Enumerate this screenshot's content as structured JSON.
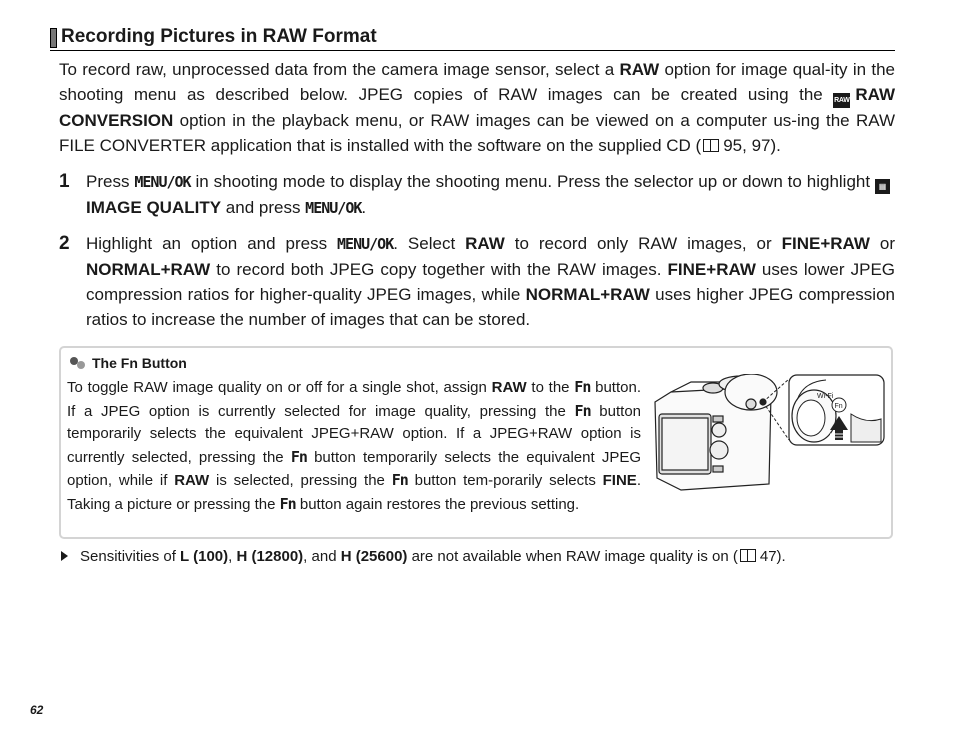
{
  "heading": "Recording Pictures in RAW Format",
  "intro": {
    "t1": "To record raw, unprocessed data from the camera image sensor, select a ",
    "raw": "RAW",
    "t2": " option for image qual-ity in the shooting menu as described below. JPEG copies of RAW images can be created using the ",
    "raw_icon": "RAW",
    "raw_conversion": "RAW CONVERSION",
    "t3": " option in the playback menu, or RAW images can be viewed on a computer us-ing the RAW FILE CONVERTER application that is installed with the software on the supplied CD (",
    "ref": "95, 97)."
  },
  "steps": [
    {
      "num": "1",
      "t1": "Press ",
      "menu_ok": "MENU/OK",
      "t2": " in shooting mode to display the shooting menu. Press the selector up or down to highlight ",
      "image_quality": "IMAGE QUALITY",
      "t3": " and press ",
      "t4": "."
    },
    {
      "num": "2",
      "t1": "Highlight an option and press ",
      "menu_ok": "MENU/OK",
      "t2": ". Select ",
      "raw": "RAW",
      "t3": " to record only RAW images, or ",
      "fine_raw": "FINE+RAW",
      "t4": " or ",
      "normal_raw": "NORMAL+RAW",
      "t5": " to record both JPEG copy together with the RAW images. ",
      "t6": " uses lower JPEG compression ratios for higher-quality JPEG images, while ",
      "t7": " uses higher JPEG compression ratios to increase the number of images that can be stored."
    }
  ],
  "note": {
    "title": "The Fn Button",
    "p1": "To toggle RAW image quality on or off for a single shot, assign ",
    "raw": "RAW",
    "p2": " to the ",
    "fn": "Fn",
    "p3": " button.  If a JPEG option is currently selected for image quality, pressing the ",
    "p4": " button temporarily selects the equivalent JPEG+RAW option.  If a JPEG+RAW option is currently selected, pressing the ",
    "p5": " button temporarily selects the equivalent JPEG option, while if ",
    "p6": " is selected, pressing the ",
    "p7": " button tem-porarily selects ",
    "fine": "FINE",
    "p8": ".  Taking a picture or pressing the ",
    "p9": " button again restores the previous setting.",
    "fig_wifi": "Wi-Fi",
    "fig_fn": "Fn"
  },
  "footnote": {
    "t1": "Sensitivities of ",
    "l100": "L (100)",
    "sep1": ", ",
    "h12800": "H (12800)",
    "sep2": ", and ",
    "h25600": "H (25600)",
    "t2": " are not available when RAW image quality is on (",
    "ref": "47)."
  },
  "page_number": "62"
}
